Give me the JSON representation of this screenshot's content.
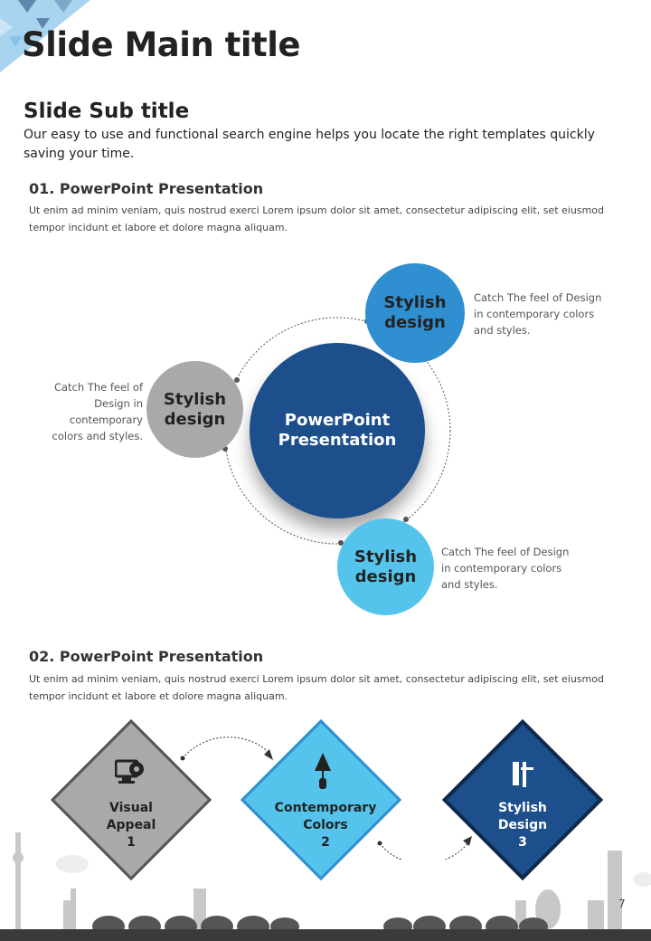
{
  "header": {
    "main_title": "Slide Main title",
    "sub_title": "Slide Sub title",
    "sub_desc": "Our easy to use and functional search engine helps you locate the right templates quickly saving your time."
  },
  "section1": {
    "heading": "01. PowerPoint Presentation",
    "text": "Ut enim ad minim veniam, quis nostrud exerci  Lorem ipsum dolor sit amet, consectetur adipiscing elit, set eiusmod tempor incidunt et labore et dolore magna aliquam.",
    "center": "PowerPoint Presentation",
    "circles": [
      {
        "label": "Stylish design",
        "caption": "Catch The feel of Design in contemporary colors and styles.",
        "color": "#2f8fd0"
      },
      {
        "label": "Stylish design",
        "caption": "Catch The feel of Design in contemporary colors and styles.",
        "color": "#a9a9a9"
      },
      {
        "label": "Stylish design",
        "caption": "Catch The feel of Design in contemporary colors and styles.",
        "color": "#55c4ec"
      }
    ]
  },
  "section2": {
    "heading": "02. PowerPoint Presentation",
    "text": "Ut enim ad minim veniam, quis nostrud exerci  Lorem ipsum dolor sit amet, consectetur adipiscing elit, set eiusmod tempor incidunt et labore et dolore magna aliquam.",
    "steps": [
      {
        "line1": "Visual",
        "line2": "Appeal",
        "num": "1",
        "icon": "monitor-gear-icon",
        "color": "#a9a9a9"
      },
      {
        "line1": "Contemporary",
        "line2": "Colors",
        "num": "2",
        "icon": "trowel-icon",
        "color": "#55c4ec"
      },
      {
        "line1": "Stylish",
        "line2": "Design",
        "num": "3",
        "icon": "ruler-pencil-icon",
        "color": "#1d4f8c"
      }
    ]
  },
  "footer": {
    "page_number": "7"
  }
}
